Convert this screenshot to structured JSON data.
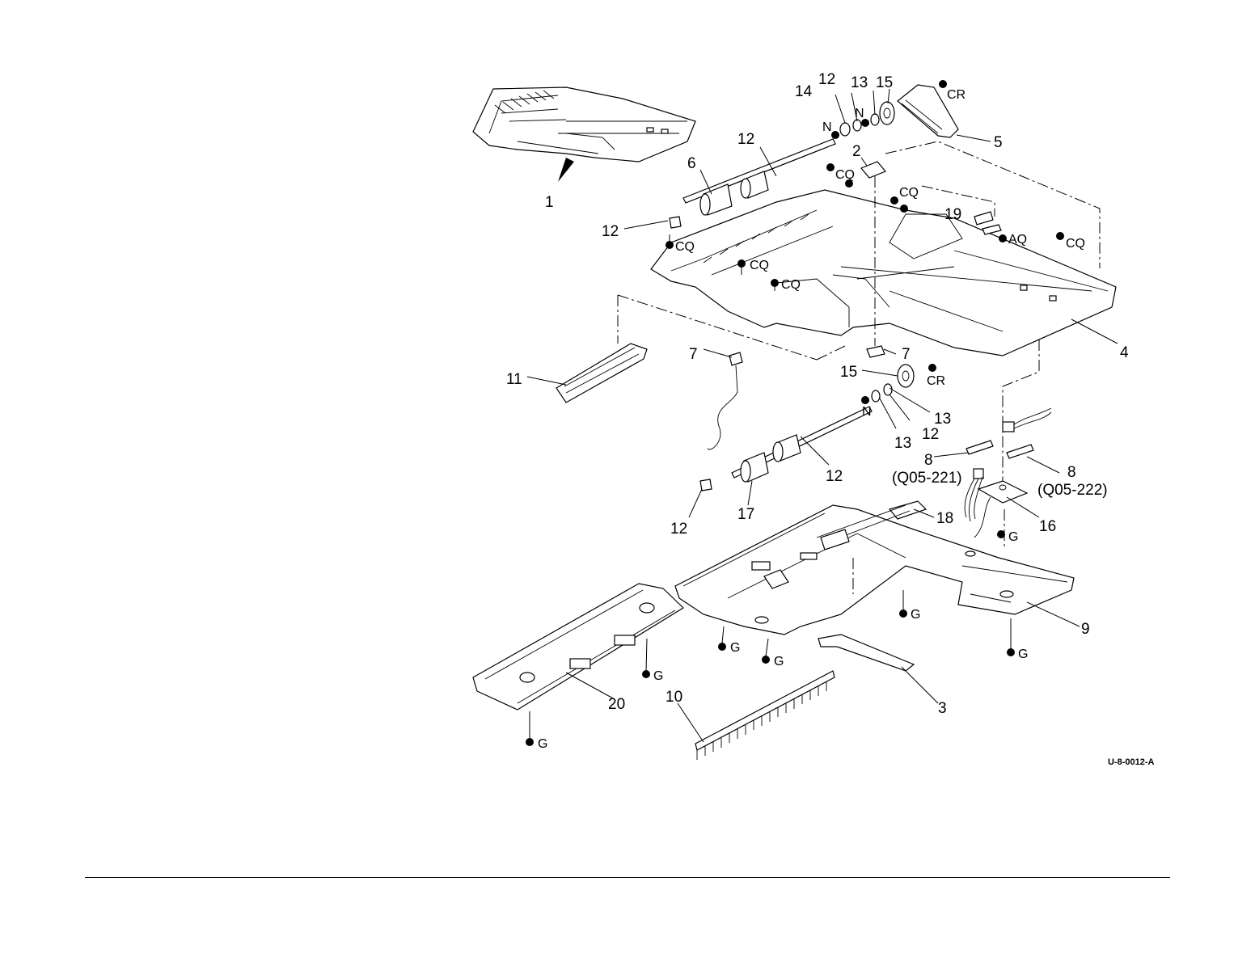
{
  "diagram": {
    "figure_code": "U-8-0012-A",
    "callouts": {
      "c1": "1",
      "c2": "2",
      "c3": "3",
      "c4": "4",
      "c5": "5",
      "c6": "6",
      "c7a": "7",
      "c7b": "7",
      "c8a": "8",
      "c8a_ref": "(Q05-221)",
      "c8b": "8",
      "c8b_ref": "(Q05-222)",
      "c9": "9",
      "c10": "10",
      "c11": "11",
      "c12a": "12",
      "c12b": "12",
      "c12c": "12",
      "c12d": "12",
      "c12e": "12",
      "c12f": "12",
      "c13a": "13",
      "c13b": "13",
      "c13c": "13",
      "c14": "14",
      "c15a": "15",
      "c15b": "15",
      "c16": "16",
      "c17": "17",
      "c18": "18",
      "c19": "19",
      "c20": "20"
    },
    "fasteners": {
      "cr1": "CR",
      "cr2": "CR",
      "n1": "N",
      "n2": "N",
      "n3": "N",
      "cq1": "CQ",
      "cq2": "CQ",
      "cq3": "CQ",
      "cq4": "CQ",
      "cq5": "CQ",
      "cq6": "CQ",
      "aq1": "AQ",
      "g1": "G",
      "g2": "G",
      "g3": "G",
      "g4": "G",
      "g5": "G",
      "g6": "G",
      "g7": "G"
    }
  }
}
